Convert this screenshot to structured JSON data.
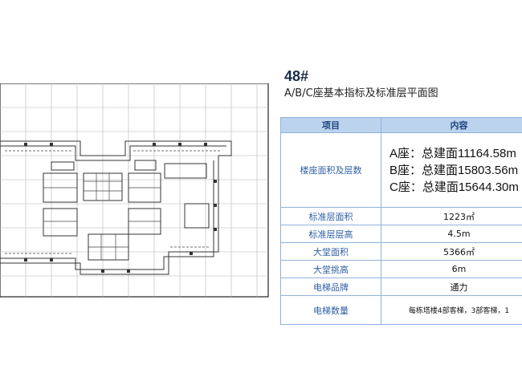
{
  "title": {
    "number": "48#",
    "subtitle": "A/B/C座基本指标及标准层平面图"
  },
  "table": {
    "header": {
      "item": "项目",
      "content": "内容"
    },
    "area_row": {
      "label": "楼座面积及层数",
      "lines": [
        "A座：总建面11164.58m",
        "B座：总建面15803.56m",
        "C座：总建面15644.30m"
      ]
    },
    "rows": [
      {
        "label": "标准层面积",
        "value": "1223㎡"
      },
      {
        "label": "标准层层高",
        "value": "4.5m"
      },
      {
        "label": "大堂面积",
        "value": "5366㎡"
      },
      {
        "label": "大堂挑高",
        "value": "6m"
      },
      {
        "label": "电梯品牌",
        "value": "通力"
      }
    ],
    "elevator_row": {
      "label": "电梯数量",
      "value": "每栋塔楼4部客梯，3部客梯，1"
    }
  },
  "colors": {
    "header_bg": "#bcd3ee",
    "border": "#8fb3dc",
    "label_text": "#2f5fa5"
  }
}
